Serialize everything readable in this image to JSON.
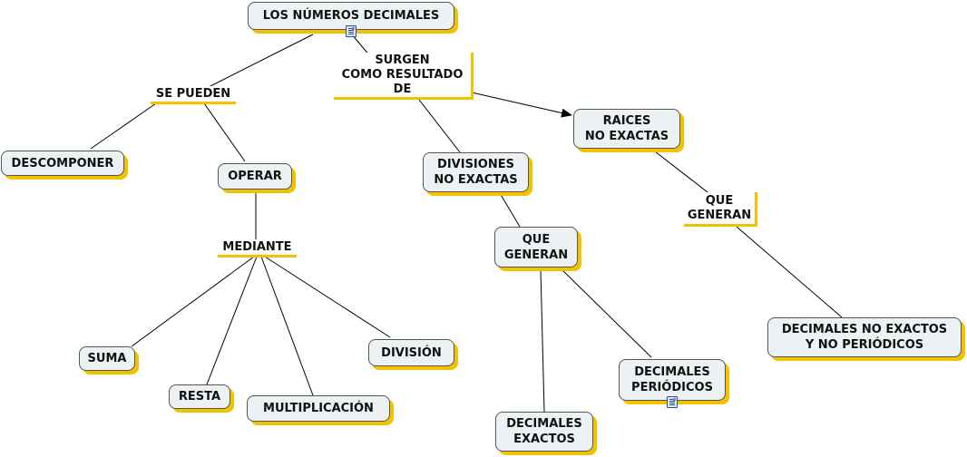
{
  "concepts": {
    "main": "LOS NÚMEROS DECIMALES",
    "descomponer": "DESCOMPONER",
    "operar": "OPERAR",
    "suma": "SUMA",
    "resta": "RESTA",
    "multiplicacion": "MULTIPLICACIÓN",
    "division": "DIVISIÓN",
    "divisiones_no_exactas": "DIVISIONES\nNO EXACTAS",
    "raices_no_exactas": "RAICES\nNO EXACTAS",
    "decimales_exactos": "DECIMALES\nEXACTOS",
    "decimales_periodicos": "DECIMALES\nPERIÓDICOS",
    "decimales_no_exactos": "DECIMALES NO EXACTOS\nY NO PERIÓDICOS"
  },
  "linking_phrases": {
    "se_pueden": "SE PUEDEN",
    "surgen": "SURGEN\nCOMO RESULTADO\nDE",
    "mediante": "MEDIANTE",
    "que_generan_1": "QUE\nGENERAN",
    "que_generan_2": "QUE\nGENERAN"
  },
  "attachments": {
    "main": "document-icon",
    "decimales_periodicos": "document-icon"
  },
  "colors": {
    "node_fill": "#ecf2f3",
    "highlight": "#f2c200",
    "line": "#000000"
  }
}
